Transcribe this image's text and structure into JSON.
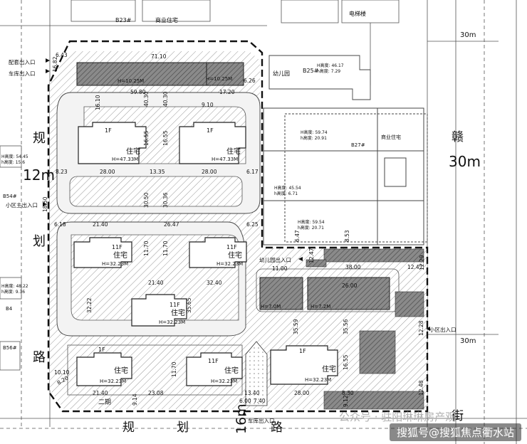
{
  "colors": {
    "line": "#222222",
    "hatch": "#9a9a9a",
    "boundary": "#111111",
    "building_dark": "#6a6a6a"
  },
  "roads": {
    "west_name_chars": [
      "规",
      "划",
      "路"
    ],
    "west_width": "12m",
    "south_name_chars": [
      "规",
      "划",
      "路"
    ],
    "south_width": "16m",
    "east_name_chars": [
      "赣",
      "街"
    ],
    "east_width": "30m",
    "east_width_small": "30m",
    "east_width_low": "30m"
  },
  "entrances": {
    "top_left_1": "配套出入口",
    "top_left_2": "车库出入口",
    "west_main": "小区主出入口",
    "south_garage": "车库出入口",
    "east_gate": "小区出入口",
    "inner_gate": "幼儿园出入口"
  },
  "neighbors": {
    "b23": "B23#",
    "commercial_res_top": "商业住宅",
    "elec_building": "电梯楼",
    "b25": "B25#",
    "kindergarten": "幼儿园",
    "b27": "B27#",
    "commercial_res_right": "商业住宅",
    "b54": "B54#",
    "b4": "B4",
    "b56": "B56#",
    "phase_two": "二期",
    "left_h1": "H高度: 54.45",
    "left_h2": "h高度: 15.6",
    "left_h3": "H高度: 48.22",
    "left_h4": "h高度: 9.36",
    "b25_h1": "H高度: 46.17",
    "b25_h2": "h高度: 7.29",
    "b27_h1": "H高度: 59.74",
    "b27_h2": "h高度: 20.91",
    "b27_h3": "H高度: 45.54",
    "b27_h4": "h高度: 6.71",
    "b27_h5": "H高度: 59.54",
    "b27_h6": "h高度: 20.71"
  },
  "buildings": [
    {
      "id": "b1",
      "label": "住宅",
      "floor_tag": "1F",
      "height": "H=47.33M"
    },
    {
      "id": "b2",
      "label": "住宅",
      "floor_tag": "1F",
      "height": "H=47.33M"
    },
    {
      "id": "b3",
      "label": "住宅",
      "floor_tag": "11F",
      "height": "H=32.23M"
    },
    {
      "id": "b4",
      "label": "住宅",
      "floor_tag": "11F",
      "height": "H=32.23M"
    },
    {
      "id": "b5",
      "label": "住宅",
      "floor_tag": "11F",
      "height": "H=32.23M"
    },
    {
      "id": "b6",
      "label": "住宅",
      "floor_tag": "1F",
      "height": "H=32.23M"
    },
    {
      "id": "b7",
      "label": "住宅",
      "floor_tag": "11F",
      "height": "H=32.23M"
    },
    {
      "id": "b8",
      "label": "住宅",
      "floor_tag": "1F",
      "height": "H=32.23M"
    }
  ],
  "annexes": {
    "top_left": "H=10.25M",
    "top_right": "H=10.25M",
    "mid_left": "H=7.0M",
    "mid_right": "H=7.2M"
  },
  "dims": {
    "d_6_43": "6.43",
    "d_16_82": "16.82",
    "d_71_10": "71.10",
    "d_6_26": "6.26",
    "d_59_80": "59.80",
    "d_17_20": "17.20",
    "d_9_10": "9.10",
    "d_16_10": "16.10",
    "d_40_30": "40.30",
    "d_40_30b": "40.30",
    "d_16_55": "16.55",
    "d_16_55b": "16.55",
    "d_8_23": "8.23",
    "d_28_00a": "28.00",
    "d_13_35": "13.35",
    "d_28_00b": "28.00",
    "d_6_17": "6.17",
    "d_18_50": "18.50",
    "d_30_50": "30.50",
    "d_30_36": "30.36",
    "d_21_40a": "21.40",
    "d_26_47": "26.47",
    "d_6_25": "6.25",
    "d_6_18": "6.18",
    "d_11_70a": "11.70",
    "d_11_70b": "11.70",
    "d_21_40b": "21.40",
    "d_32_40": "32.40",
    "d_6_47": "6.47",
    "d_8_53": "8.53",
    "d_12_47a": "12.47",
    "d_12_29": "12.29",
    "d_11_00": "11.00",
    "d_38_00": "38.00",
    "d_12_47b": "12.47",
    "d_26_00": "26.00",
    "d_32_22": "32.22",
    "d_35_65": "35.65",
    "d_35_59": "35.59",
    "d_35_56": "35.56",
    "d_10_10": "10.10",
    "d_8_20": "8.20",
    "d_21_40c": "21.40",
    "d_23_08": "23.08",
    "d_11_70c": "11.70",
    "d_13_40": "13.40",
    "d_28_00c": "28.00",
    "d_8_30": "8.30",
    "d_6_00": "6.00",
    "d_7_40": "7.40",
    "d_9_14": "9.14",
    "d_9_12": "9.12",
    "d_16_55c": "16.55",
    "d_12_48": "12.48",
    "d_12_28": "12.28"
  },
  "watermarks": {
    "faint": "公众号 · 驻阳琳琳房产观",
    "badge": "搜狐号@搜狐焦点衢水站"
  }
}
